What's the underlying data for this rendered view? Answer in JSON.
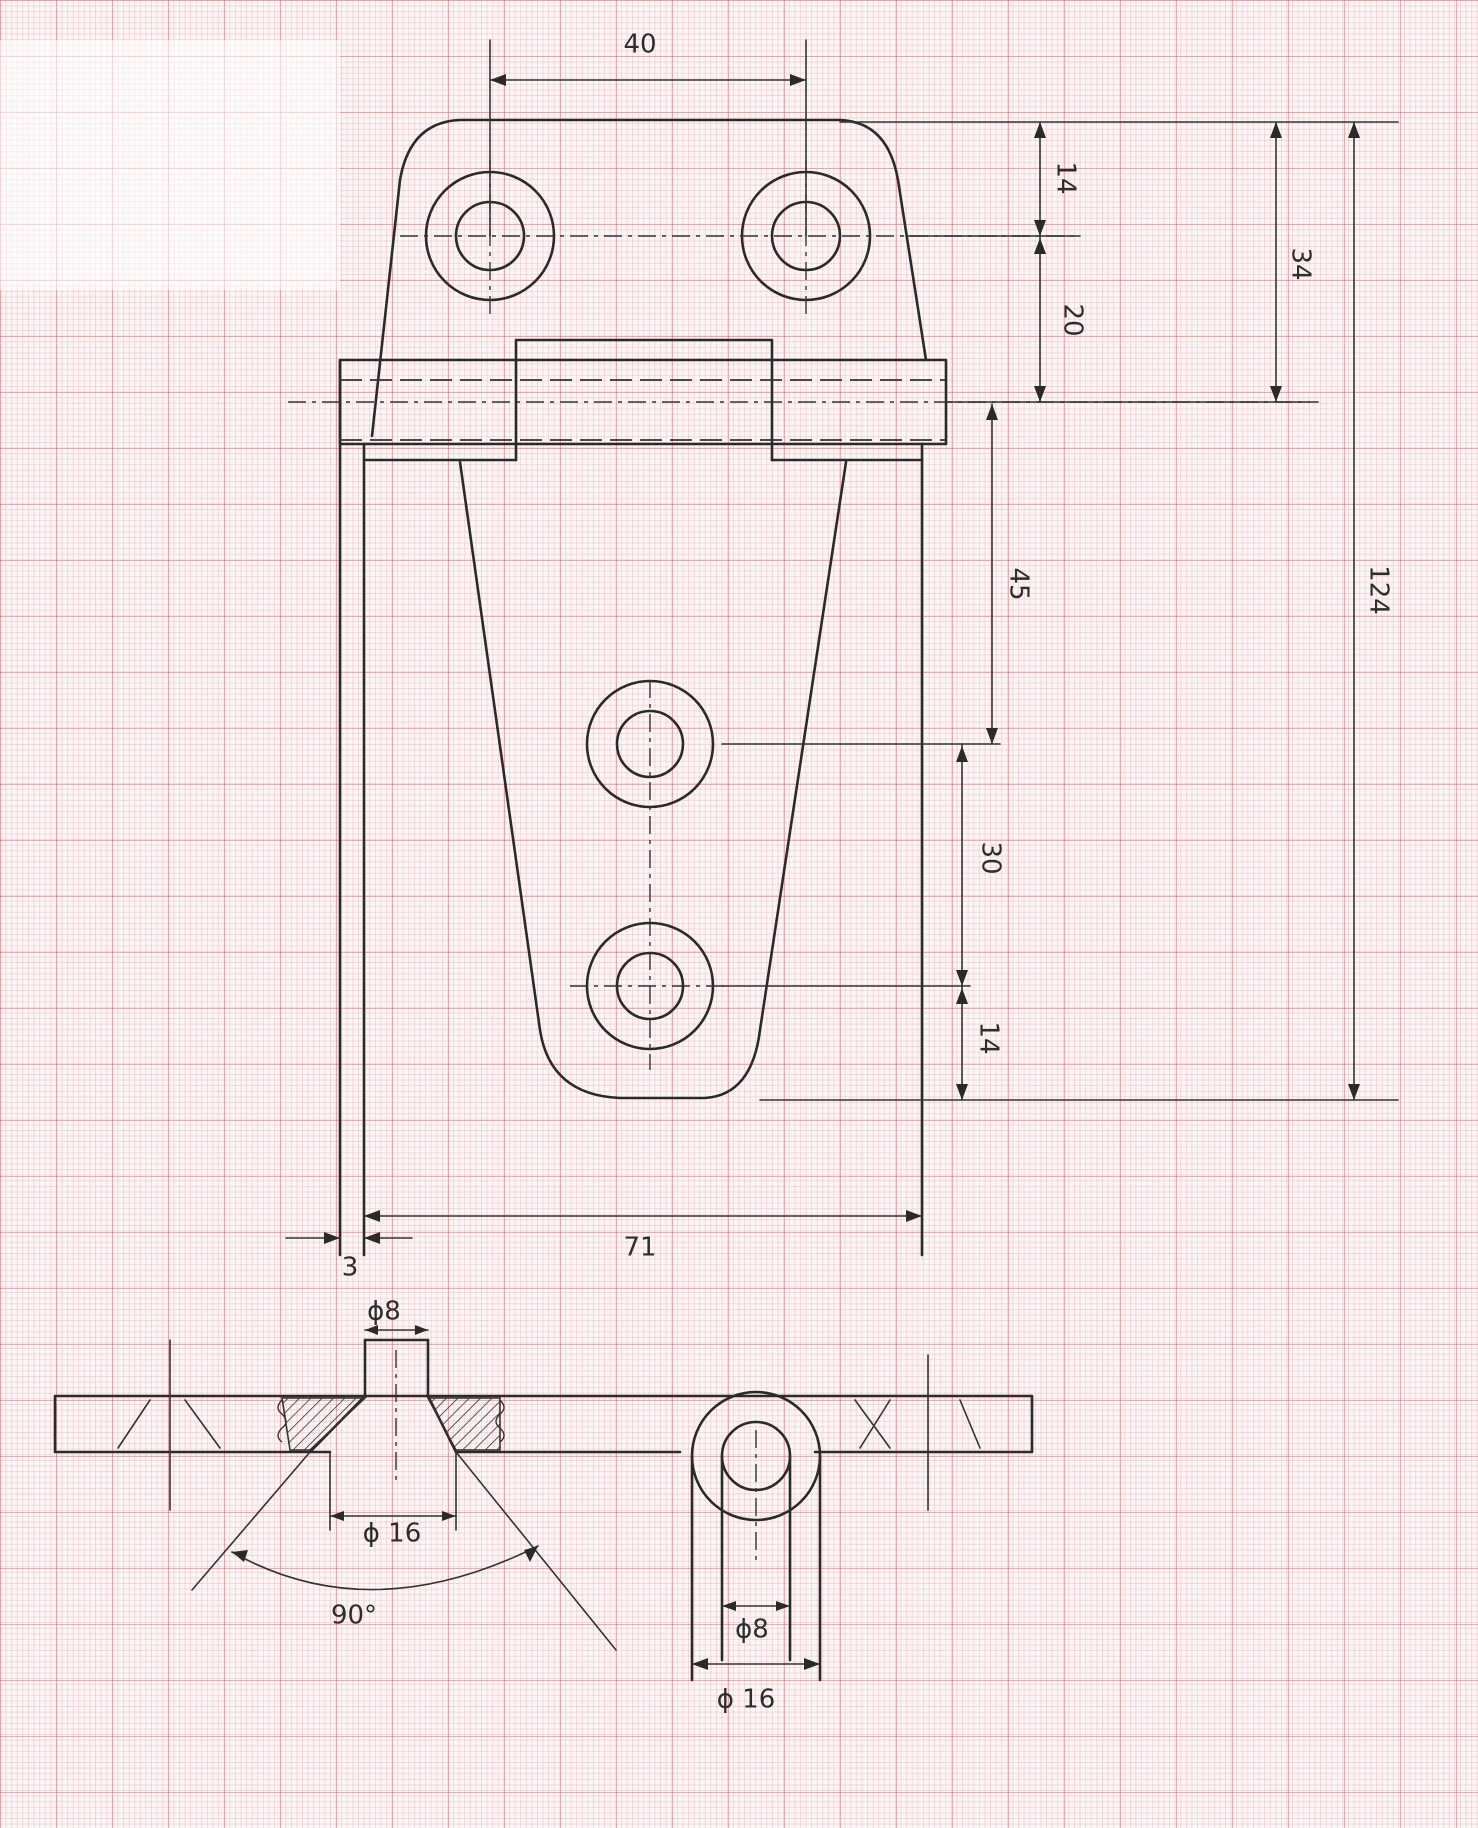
{
  "dimensions": {
    "hole_spacing_top": "40",
    "top_edge_to_hole": "14",
    "hole_to_axis": "20",
    "top_leaf_height": "34",
    "axis_to_hole": "45",
    "hole_spacing_bottom": "30",
    "hole_to_bottom_edge": "14",
    "overall_height": "124",
    "knuckle_offset": "3",
    "overall_width": "71",
    "pin_diameter_section": "ϕ8",
    "countersink_diameter": "ϕ 16",
    "countersink_angle": "90°",
    "pin_diameter_side": "ϕ8",
    "knuckle_diameter": "ϕ 16"
  }
}
